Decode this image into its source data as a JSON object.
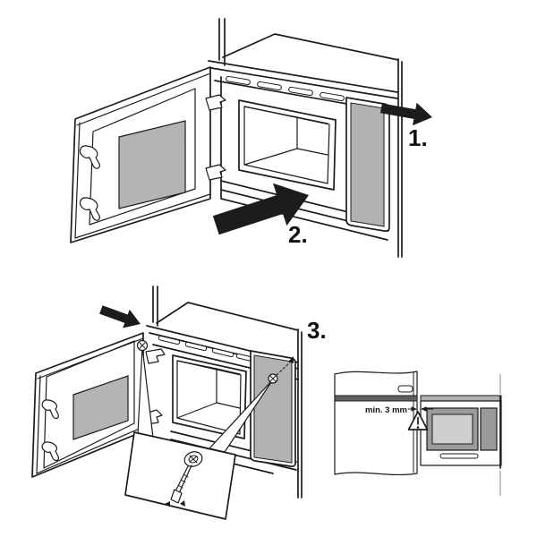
{
  "illustration": {
    "kind": "built-in-microwave-installation-steps",
    "steps": [
      {
        "id": 1,
        "label": "1."
      },
      {
        "id": 2,
        "label": "2."
      },
      {
        "id": 3,
        "label": "3."
      }
    ],
    "annotations": {
      "minimum_gap": "min. 3 mm"
    },
    "icons": {
      "pull_arrow": "solid-black-arrow-right",
      "push_arrow": "solid-black-arrow-right",
      "warning": "triangle-exclamation",
      "fastening": "screw-with-screwdriver"
    },
    "colors": {
      "line": "#1c1c1c",
      "window_gray": "#b4b4b4",
      "panel_gray": "#b2b2b2",
      "door_gray": "#9b9b9b",
      "window_light_gray": "#cfcfcf",
      "shelf_dark": "#5f5f5f",
      "shelf_light": "#b0b0b0",
      "background": "#ffffff"
    }
  }
}
